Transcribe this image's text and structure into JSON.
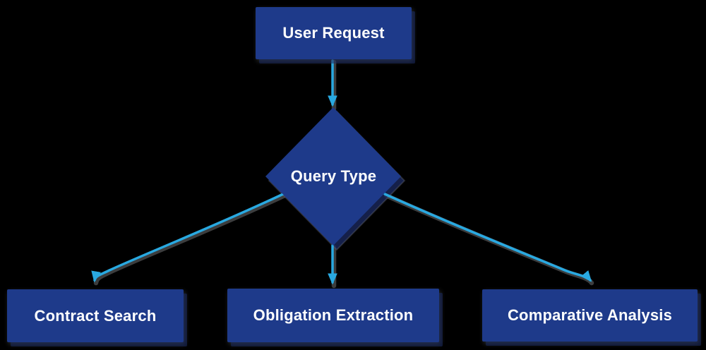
{
  "nodes": {
    "user_request": {
      "label": "User Request",
      "type": "process"
    },
    "query_type": {
      "label": "Query Type",
      "type": "decision"
    },
    "contract_search": {
      "label": "Contract Search",
      "type": "process"
    },
    "obligation_extraction": {
      "label": "Obligation Extraction",
      "type": "process"
    },
    "comparative_analysis": {
      "label": "Comparative Analysis",
      "type": "process"
    }
  },
  "edges": [
    {
      "from": "user_request",
      "to": "query_type"
    },
    {
      "from": "query_type",
      "to": "contract_search"
    },
    {
      "from": "query_type",
      "to": "obligation_extraction"
    },
    {
      "from": "query_type",
      "to": "comparative_analysis"
    }
  ],
  "theme": {
    "background": "#000000",
    "node_fill": "#1e3a8a",
    "node_text": "#ffffff",
    "edge_color": "#29a9e1",
    "edge_shadow": "#77797c"
  }
}
